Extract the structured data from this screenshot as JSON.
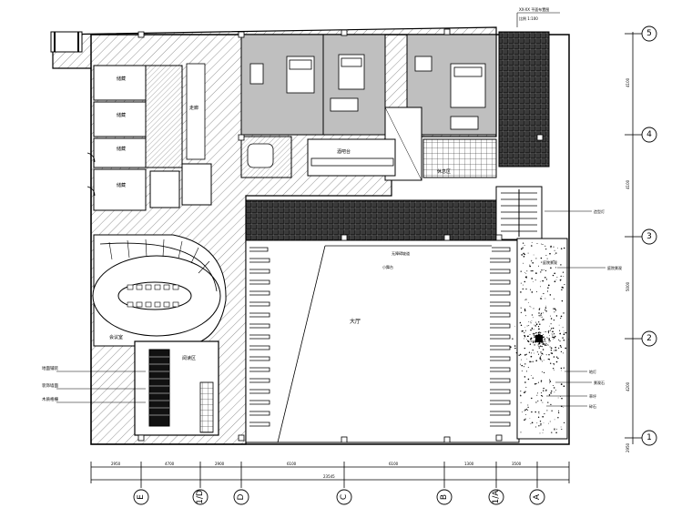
{
  "grid_right": [
    "5",
    "4",
    "3",
    "2",
    "1"
  ],
  "grid_bottom": [
    "E",
    "1/D",
    "D",
    "C",
    "B",
    "1/A",
    "A"
  ],
  "dimensions_right": [
    "4100",
    "4100",
    "5000",
    "4200",
    "2950"
  ],
  "dimensions_bottom": [
    "2950",
    "4700",
    "2900",
    "6100",
    "6100",
    "1300",
    "3500"
  ],
  "dimension_total": "23545",
  "rooms": {
    "main_hall": "大厅",
    "corridor": "走廊",
    "stage_label": "小舞台",
    "bar_label": "酒吧台",
    "ramp_note": "无障碍坡道",
    "meeting_room": "会议室",
    "reading_area": "阅读区",
    "storage_1": "储藏",
    "storage_2": "储藏",
    "storage_3": "储藏",
    "storage_4": "储藏",
    "rest_label": "休息区",
    "garden_label": "庭院景观"
  },
  "left_callouts": [
    "地面铺装",
    "装饰墙面",
    "木质格栅"
  ],
  "right_callouts": [
    "造型灯",
    "庭院景观",
    "地灯",
    "景观石",
    "草坪",
    "碎石"
  ],
  "top_note": [
    "XX-XX 平面布置图",
    "比例 1:100"
  ]
}
